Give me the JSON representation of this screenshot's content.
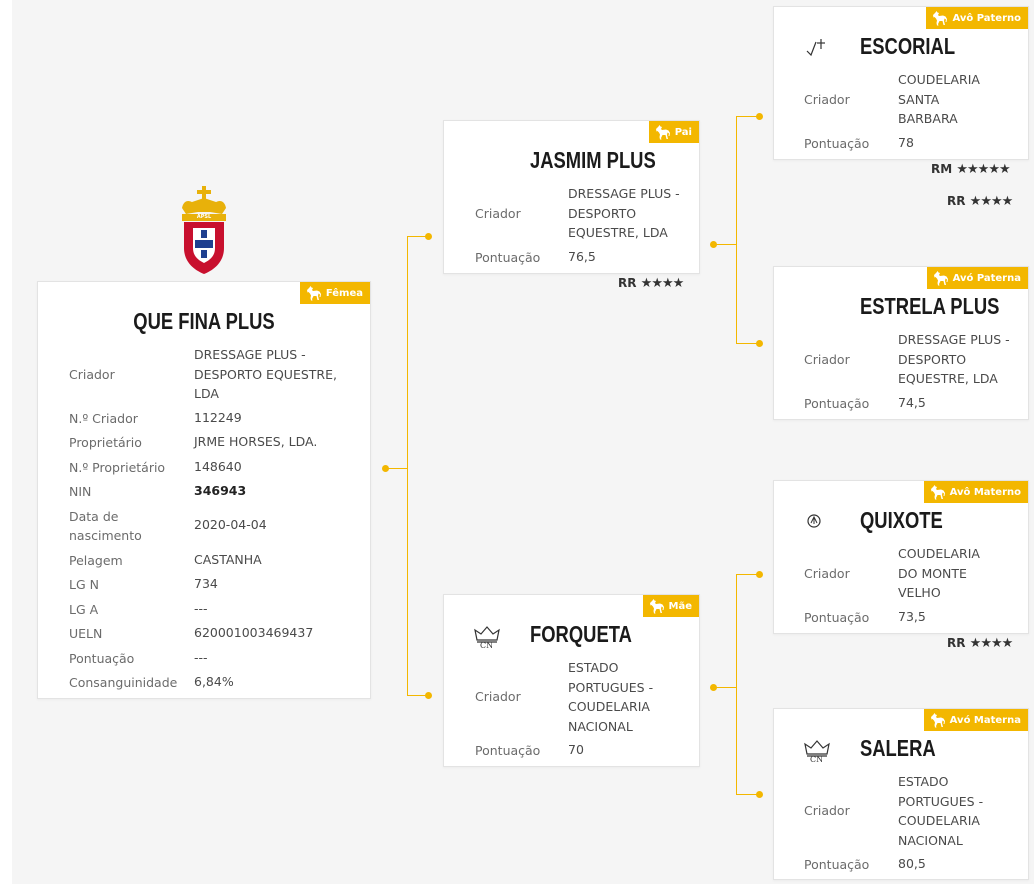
{
  "labels": {
    "criador": "Criador",
    "n_criador": "N.º Criador",
    "proprietario": "Proprietário",
    "n_proprietario": "N.º Proprietário",
    "nin": "NIN",
    "data_nascimento": "Data de nascimento",
    "pelagem": "Pelagem",
    "lgn": "LG N",
    "lga": "LG A",
    "ueln": "UELN",
    "pontuacao": "Pontuação",
    "consanguinidade": "Consanguinidade"
  },
  "horse": {
    "badge": "Fêmea",
    "name": "QUE FINA PLUS",
    "criador": "DRESSAGE PLUS - DESPORTO EQUESTRE, LDA",
    "n_criador": "112249",
    "proprietario": "JRME HORSES, LDA.",
    "n_proprietario": "148640",
    "nin": "346943",
    "data_nascimento": "2020-04-04",
    "pelagem": "CASTANHA",
    "lgn": "734",
    "lga": "---",
    "ueln": "620001003469437",
    "pontuacao": "---",
    "consanguinidade": "6,84%"
  },
  "pai": {
    "badge": "Pai",
    "name": "JASMIM PLUS",
    "criador": "DRESSAGE PLUS - DESPORTO EQUESTRE, LDA",
    "pontuacao": "76,5",
    "rating_code": "RR",
    "rating_stars": "★★★★"
  },
  "mae": {
    "badge": "Mãe",
    "name": "FORQUETA",
    "criador": "ESTADO PORTUGUES - COUDELARIA NACIONAL",
    "pontuacao": "70",
    "symbol_text": "CN"
  },
  "avo_paterno_1": {
    "badge": "Avô Paterno",
    "name": "ESCORIAL",
    "criador": "COUDELARIA SANTA BARBARA",
    "pontuacao": "78",
    "rating1_code": "RM",
    "rating1_stars": "★★★★★",
    "rating2_code": "RR",
    "rating2_stars": "★★★★"
  },
  "avo_paterna_2": {
    "badge": "Avó Paterna",
    "name": "ESTRELA PLUS",
    "criador": "DRESSAGE PLUS - DESPORTO EQUESTRE, LDA",
    "pontuacao": "74,5"
  },
  "avo_materno": {
    "badge": "Avô Materno",
    "name": "QUIXOTE",
    "criador": "COUDELARIA DO MONTE VELHO",
    "pontuacao": "73,5",
    "rating_code": "RR",
    "rating_stars": "★★★★"
  },
  "avo_materna": {
    "badge": "Avó Materna",
    "name": "SALERA",
    "criador": "ESTADO PORTUGUES - COUDELARIA NACIONAL",
    "pontuacao": "80,5",
    "symbol_text": "CN"
  },
  "logo": {
    "text": "APSL"
  },
  "colors": {
    "accent": "#f3b700",
    "logo_red": "#c8102e",
    "logo_blue": "#1f3f8f",
    "logo_gold": "#e8b10a"
  }
}
